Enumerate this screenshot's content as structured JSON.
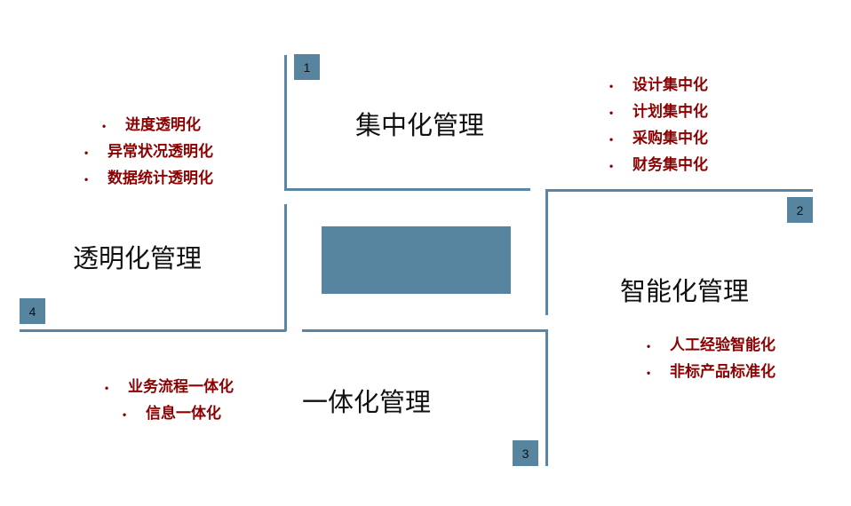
{
  "quadrants": [
    {
      "number": "1",
      "title": "集中化管理",
      "items": [
        "设计集中化",
        "计划集中化",
        "采购集中化",
        "财务集中化"
      ]
    },
    {
      "number": "2",
      "title": "智能化管理",
      "items": [
        "人工经验智能化",
        "非标产品标准化"
      ]
    },
    {
      "number": "3",
      "title": "一体化管理",
      "items": [
        "业务流程一体化",
        "信息一体化"
      ]
    },
    {
      "number": "4",
      "title": "透明化管理",
      "items": [
        "进度透明化",
        "异常状况透明化",
        "数据统计透明化"
      ]
    }
  ],
  "colors": {
    "accent": "#57849f",
    "item_text": "#8b0000"
  }
}
